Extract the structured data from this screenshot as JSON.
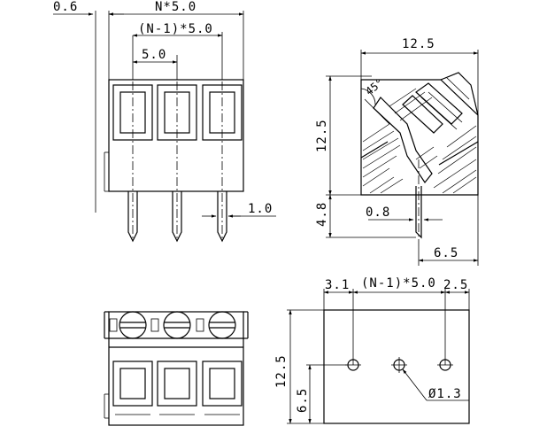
{
  "front_view": {
    "dim_offset": "0.6",
    "dim_overall": "N*5.0",
    "dim_span": "(N-1)*5.0",
    "dim_pitch": "5.0",
    "dim_pin": "1.0"
  },
  "side_view": {
    "dim_width": "12.5",
    "dim_height": "12.5",
    "dim_angle": "45°",
    "dim_pin_length": "4.8",
    "dim_pin_thickness": "0.8",
    "dim_pin_position": "6.5"
  },
  "top_view": {
    "positions": 3
  },
  "footprint_view": {
    "dim_left": "3.1",
    "dim_span": "(N-1)*5.0",
    "dim_right": "2.5",
    "dim_height": "12.5",
    "dim_hole_offset": "6.5",
    "dim_hole_diameter": "Ø1.3"
  }
}
